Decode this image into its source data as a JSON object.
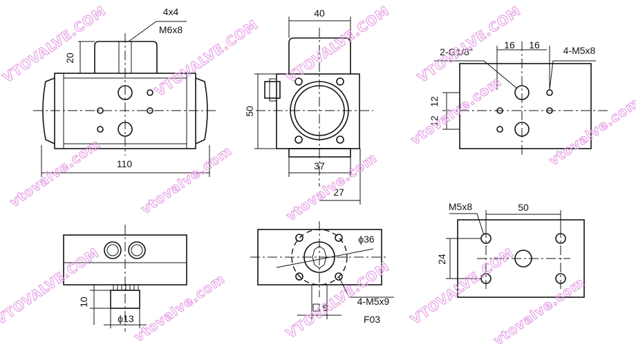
{
  "watermark": {
    "upper": "VTOVALVE.COM",
    "lower": "vtovalve.com",
    "color": "#e6a0e6"
  },
  "front_view": {
    "dim_width": "110",
    "dim_height": "20",
    "shaft_key": "4x4",
    "shaft_thread": "M6x8"
  },
  "side_view": {
    "dim_top": "40",
    "dim_height": "50",
    "dim_bottom": "37",
    "dim_offset": "27"
  },
  "top_view": {
    "dim_spacing_a": "16",
    "dim_spacing_b": "16",
    "port_label": "2-G1/8\"",
    "thread_label": "4-M5x8",
    "dim_v_a": "12",
    "dim_v_b": "12"
  },
  "bottom_left_view": {
    "dim_height": "10",
    "dim_diameter": "ϕ13"
  },
  "bottom_view": {
    "dim_circle": "ϕ36",
    "bolt_label": "4-M5x9",
    "flange_label": "F03",
    "square_label": "9"
  },
  "bottom_right_view": {
    "thread_label": "M5x8",
    "dim_width": "50",
    "dim_height": "24"
  }
}
